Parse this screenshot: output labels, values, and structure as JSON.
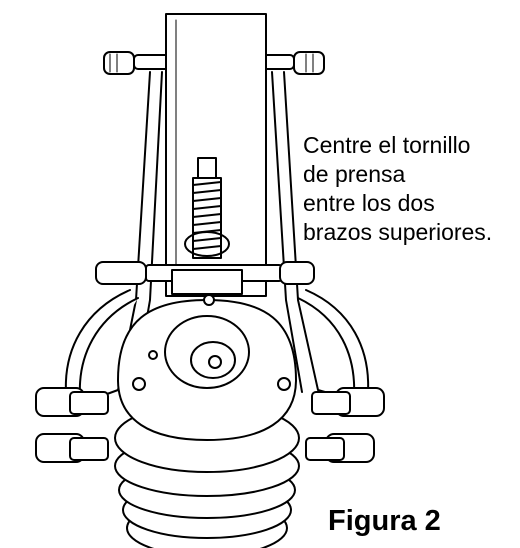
{
  "caption": {
    "lines": [
      "Centre el tornillo",
      "de prensa",
      "entre los dos",
      "brazos superiores."
    ]
  },
  "figure_label": "Figura 2",
  "colors": {
    "ink": "#000000",
    "paper": "#ffffff",
    "shade": "#e6e6e6"
  }
}
